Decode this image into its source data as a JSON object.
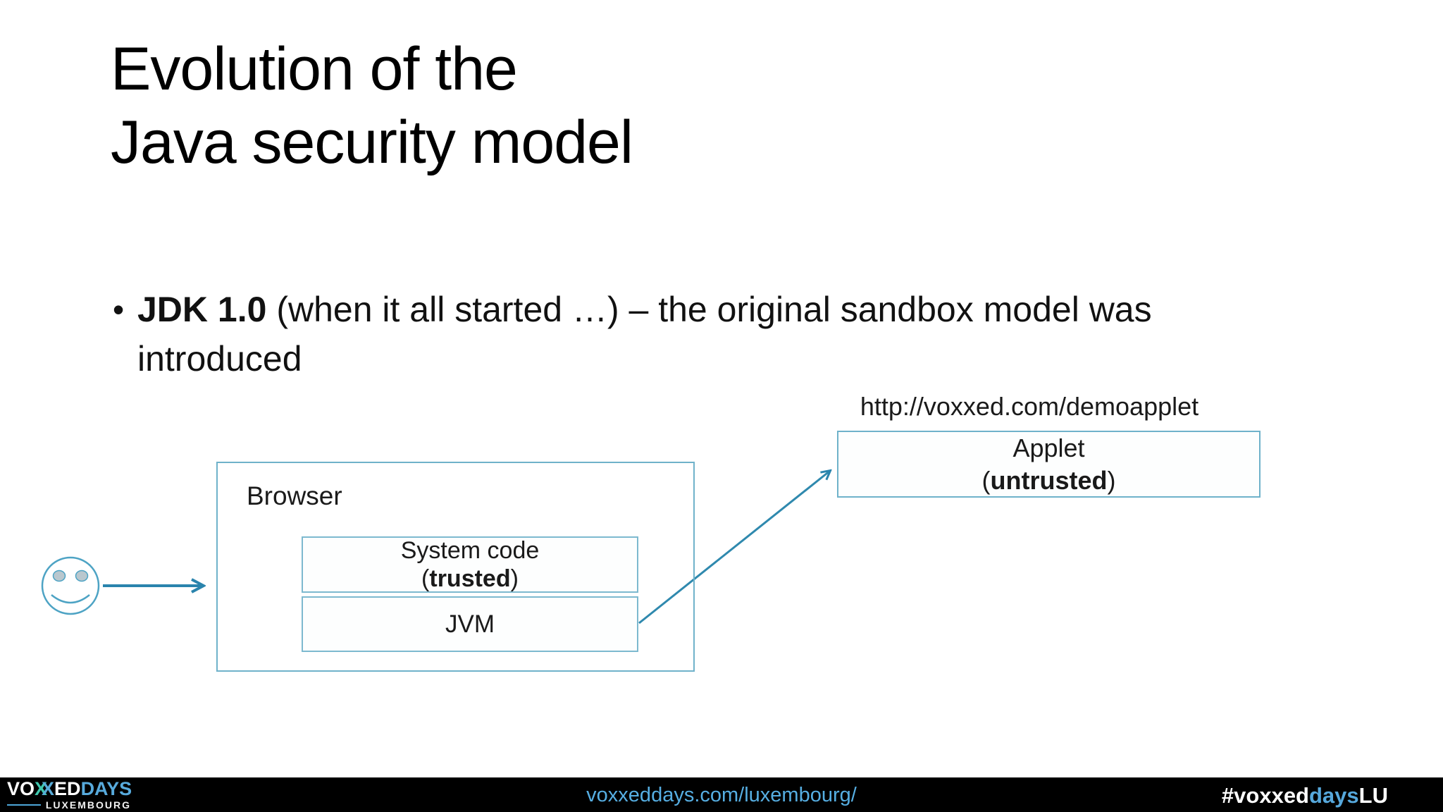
{
  "colors": {
    "box_border": "#6fb2ca",
    "arrow": "#2a84ad",
    "smiley_stroke": "#4da3c4",
    "footer_background": "#000000",
    "footer_link": "#56aee2",
    "logo_days_blue": "#57aadc",
    "logo_x_teal": "#3fc8ae"
  },
  "title": {
    "line1": "Evolution of the",
    "line2": "Java security model"
  },
  "bullet": {
    "marker": "•",
    "lead": "JDK 1.0",
    "rest": " (when it all started …) – the original sandbox model was introduced"
  },
  "diagram": {
    "url_label": "http://voxxed.com/demoapplet",
    "applet": {
      "title": "Applet",
      "paren_open": "(",
      "emphasis": "untrusted",
      "paren_close": ")"
    },
    "browser_label": "Browser",
    "system_code": {
      "title": "System code",
      "paren_open": "(",
      "emphasis": "trusted",
      "paren_close": ")"
    },
    "jvm_label": "JVM"
  },
  "footer": {
    "logo": {
      "vo": "VO",
      "x1": "X",
      "x2": "X",
      "ed": "ED",
      "days": "DAYS",
      "location": "LUXEMBOURG"
    },
    "link": "voxxeddays.com/luxembourg/",
    "hashtag": {
      "prefix": "#voxxed",
      "days": "days",
      "suffix": "LU"
    }
  }
}
